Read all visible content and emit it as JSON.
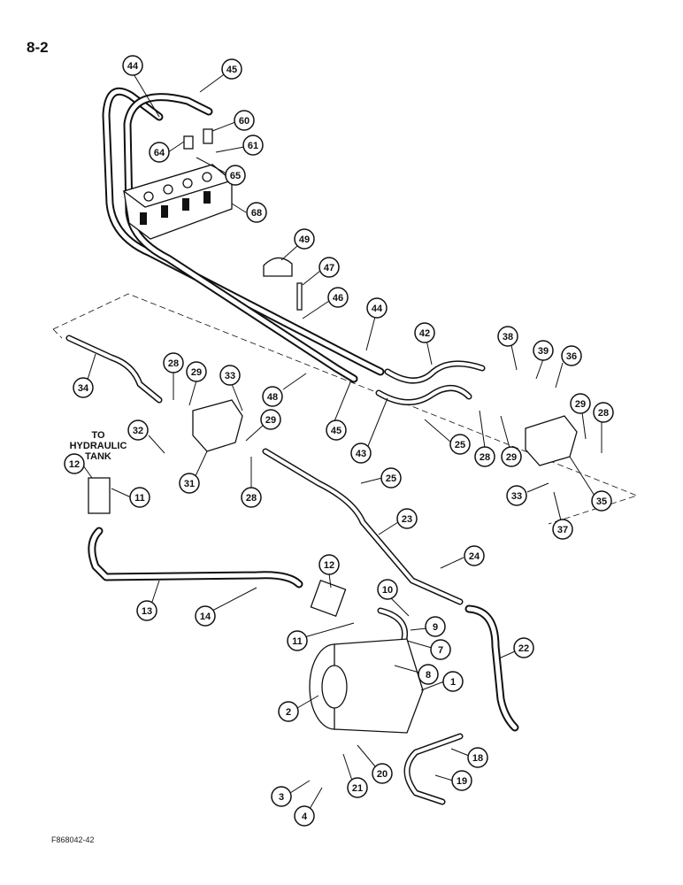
{
  "page_number": "8-2",
  "note": {
    "line1": "TO",
    "line2": "HYDRAULIC",
    "line3": "TANK"
  },
  "figure_id": "F868042-42",
  "callouts": [
    "44",
    "45",
    "60",
    "64",
    "61",
    "65",
    "68",
    "49",
    "47",
    "46",
    "44",
    "42",
    "38",
    "39",
    "36",
    "28",
    "29",
    "33",
    "48",
    "34",
    "32",
    "31",
    "29",
    "45",
    "43",
    "25",
    "28",
    "29",
    "29",
    "28",
    "35",
    "33",
    "37",
    "12",
    "11",
    "25",
    "28",
    "23",
    "24",
    "13",
    "14",
    "11",
    "12",
    "10",
    "9",
    "7",
    "8",
    "1",
    "22",
    "2",
    "18",
    "20",
    "19",
    "21",
    "3",
    "4"
  ]
}
